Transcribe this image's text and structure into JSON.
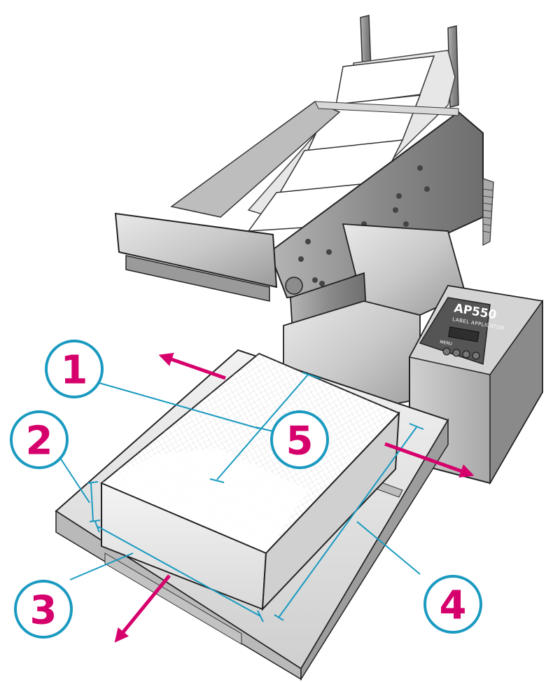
{
  "device": {
    "model": "AP550",
    "subtitle": "LABEL APPLICATOR",
    "panel_label": "MENU"
  },
  "callouts": [
    {
      "id": "1",
      "label": "1"
    },
    {
      "id": "2",
      "label": "2"
    },
    {
      "id": "3",
      "label": "3"
    },
    {
      "id": "4",
      "label": "4"
    },
    {
      "id": "5",
      "label": "5"
    }
  ],
  "colors": {
    "callout_ring": "#1a9ac0",
    "callout_text": "#d6006c",
    "arrow": "#d6006c",
    "measure_line": "#1a9ac0"
  }
}
